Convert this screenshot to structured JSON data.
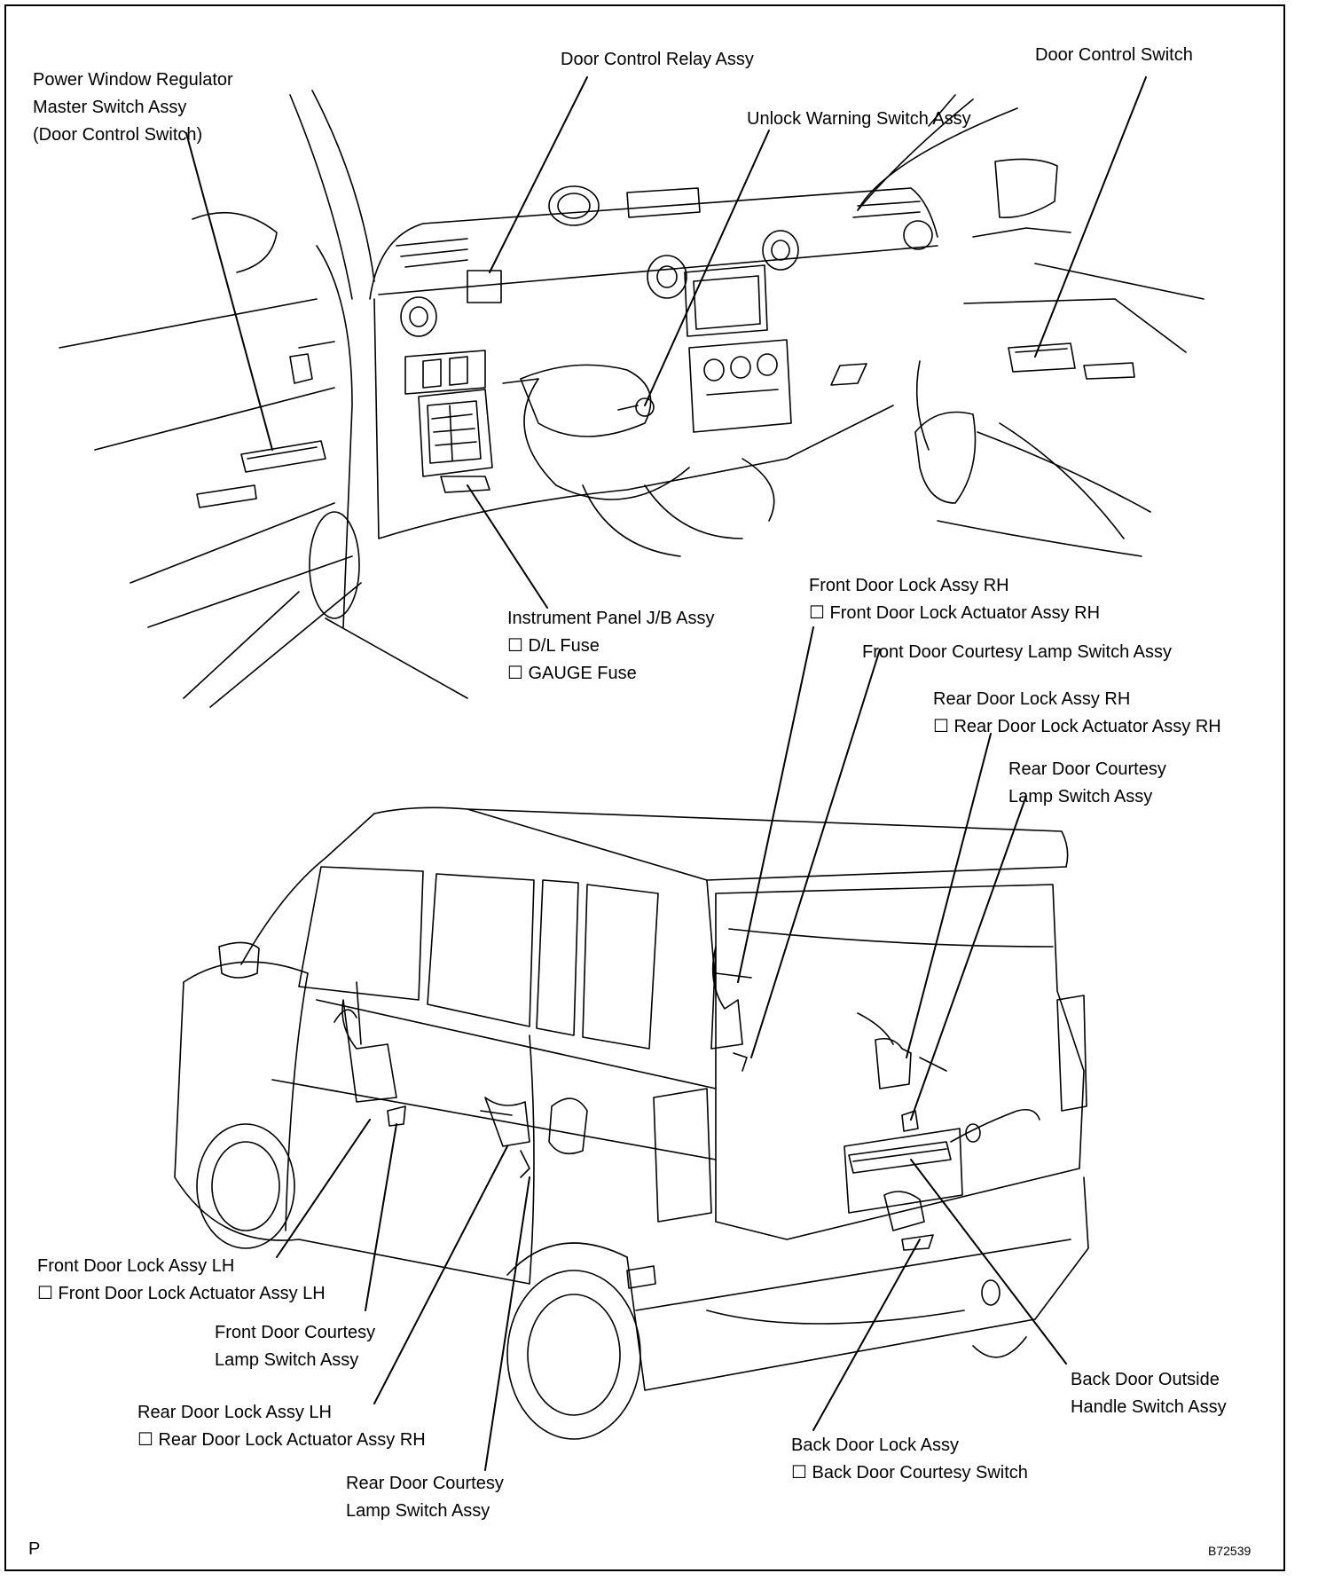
{
  "labels": {
    "pwr_master": [
      "Power Window Regulator",
      "Master Switch Assy",
      "(Door Control Switch)"
    ],
    "relay": [
      "Door Control Relay Assy"
    ],
    "unlock_warn": [
      "Unlock Warning Switch Assy"
    ],
    "door_ctrl_sw": [
      "Door Control Switch"
    ],
    "jb": [
      "Instrument Panel J/B Assy",
      "☐ D/L Fuse",
      "☐ GAUGE Fuse"
    ],
    "fr_lock_rh": [
      "Front Door Lock Assy RH",
      "☐ Front Door Lock Actuator Assy RH"
    ],
    "fr_courtesy_rh": [
      "Front Door Courtesy Lamp Switch Assy"
    ],
    "rr_lock_rh": [
      "Rear Door Lock Assy RH",
      "☐ Rear Door Lock Actuator Assy RH"
    ],
    "rr_courtesy_rh": [
      "Rear Door Courtesy",
      "Lamp Switch Assy"
    ],
    "fr_lock_lh": [
      "Front Door Lock Assy LH",
      "☐ Front Door Lock Actuator Assy LH"
    ],
    "fr_courtesy_lh": [
      "Front Door Courtesy",
      "Lamp Switch Assy"
    ],
    "rr_lock_lh": [
      "Rear Door Lock Assy LH",
      "☐ Rear Door Lock Actuator Assy RH"
    ],
    "rr_courtesy_lh": [
      "Rear Door Courtesy",
      "Lamp Switch Assy"
    ],
    "back_lock": [
      "Back Door Lock Assy",
      "☐ Back Door Courtesy Switch"
    ],
    "back_handle": [
      "Back Door Outside",
      "Handle Switch Assy"
    ]
  },
  "footer": {
    "corner_mark": "P",
    "figure_code": "B72539"
  }
}
